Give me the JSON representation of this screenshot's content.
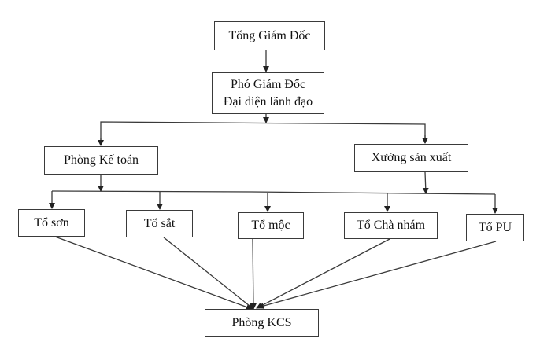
{
  "diagram": {
    "type": "org-chart",
    "nodes": {
      "tong_giam_doc": {
        "lines": [
          "Tổng Giám Đốc"
        ]
      },
      "pho_giam_doc": {
        "lines": [
          "Phó Giám Đốc",
          "Đại diện lãnh đạo"
        ]
      },
      "phong_ke_toan": {
        "lines": [
          "Phòng Kế toán"
        ]
      },
      "xuong_san_xuat": {
        "lines": [
          "Xưởng sản xuất"
        ]
      },
      "to_son": {
        "lines": [
          "Tổ sơn"
        ]
      },
      "to_sat": {
        "lines": [
          "Tổ sắt"
        ]
      },
      "to_moc": {
        "lines": [
          "Tổ mộc"
        ]
      },
      "to_cha_nham": {
        "lines": [
          "Tổ Chà nhám"
        ]
      },
      "to_pu": {
        "lines": [
          "Tổ PU"
        ]
      },
      "phong_kcs": {
        "lines": [
          "Phòng KCS"
        ]
      }
    },
    "edges": [
      {
        "from": "tong_giam_doc",
        "to": "pho_giam_doc"
      },
      {
        "from": "pho_giam_doc",
        "to": "phong_ke_toan"
      },
      {
        "from": "pho_giam_doc",
        "to": "xuong_san_xuat"
      },
      {
        "from": [
          "phong_ke_toan",
          "xuong_san_xuat"
        ],
        "to": "to_son"
      },
      {
        "from": [
          "phong_ke_toan",
          "xuong_san_xuat"
        ],
        "to": "to_sat"
      },
      {
        "from": [
          "phong_ke_toan",
          "xuong_san_xuat"
        ],
        "to": "to_moc"
      },
      {
        "from": [
          "phong_ke_toan",
          "xuong_san_xuat"
        ],
        "to": "to_cha_nham"
      },
      {
        "from": [
          "phong_ke_toan",
          "xuong_san_xuat"
        ],
        "to": "to_pu"
      },
      {
        "from": "to_son",
        "to": "phong_kcs"
      },
      {
        "from": "to_sat",
        "to": "phong_kcs"
      },
      {
        "from": "to_moc",
        "to": "phong_kcs"
      },
      {
        "from": "to_cha_nham",
        "to": "phong_kcs"
      },
      {
        "from": "to_pu",
        "to": "phong_kcs"
      }
    ],
    "colors": {
      "line": "#3a3a3a",
      "text": "#111111",
      "background": "#ffffff"
    }
  }
}
